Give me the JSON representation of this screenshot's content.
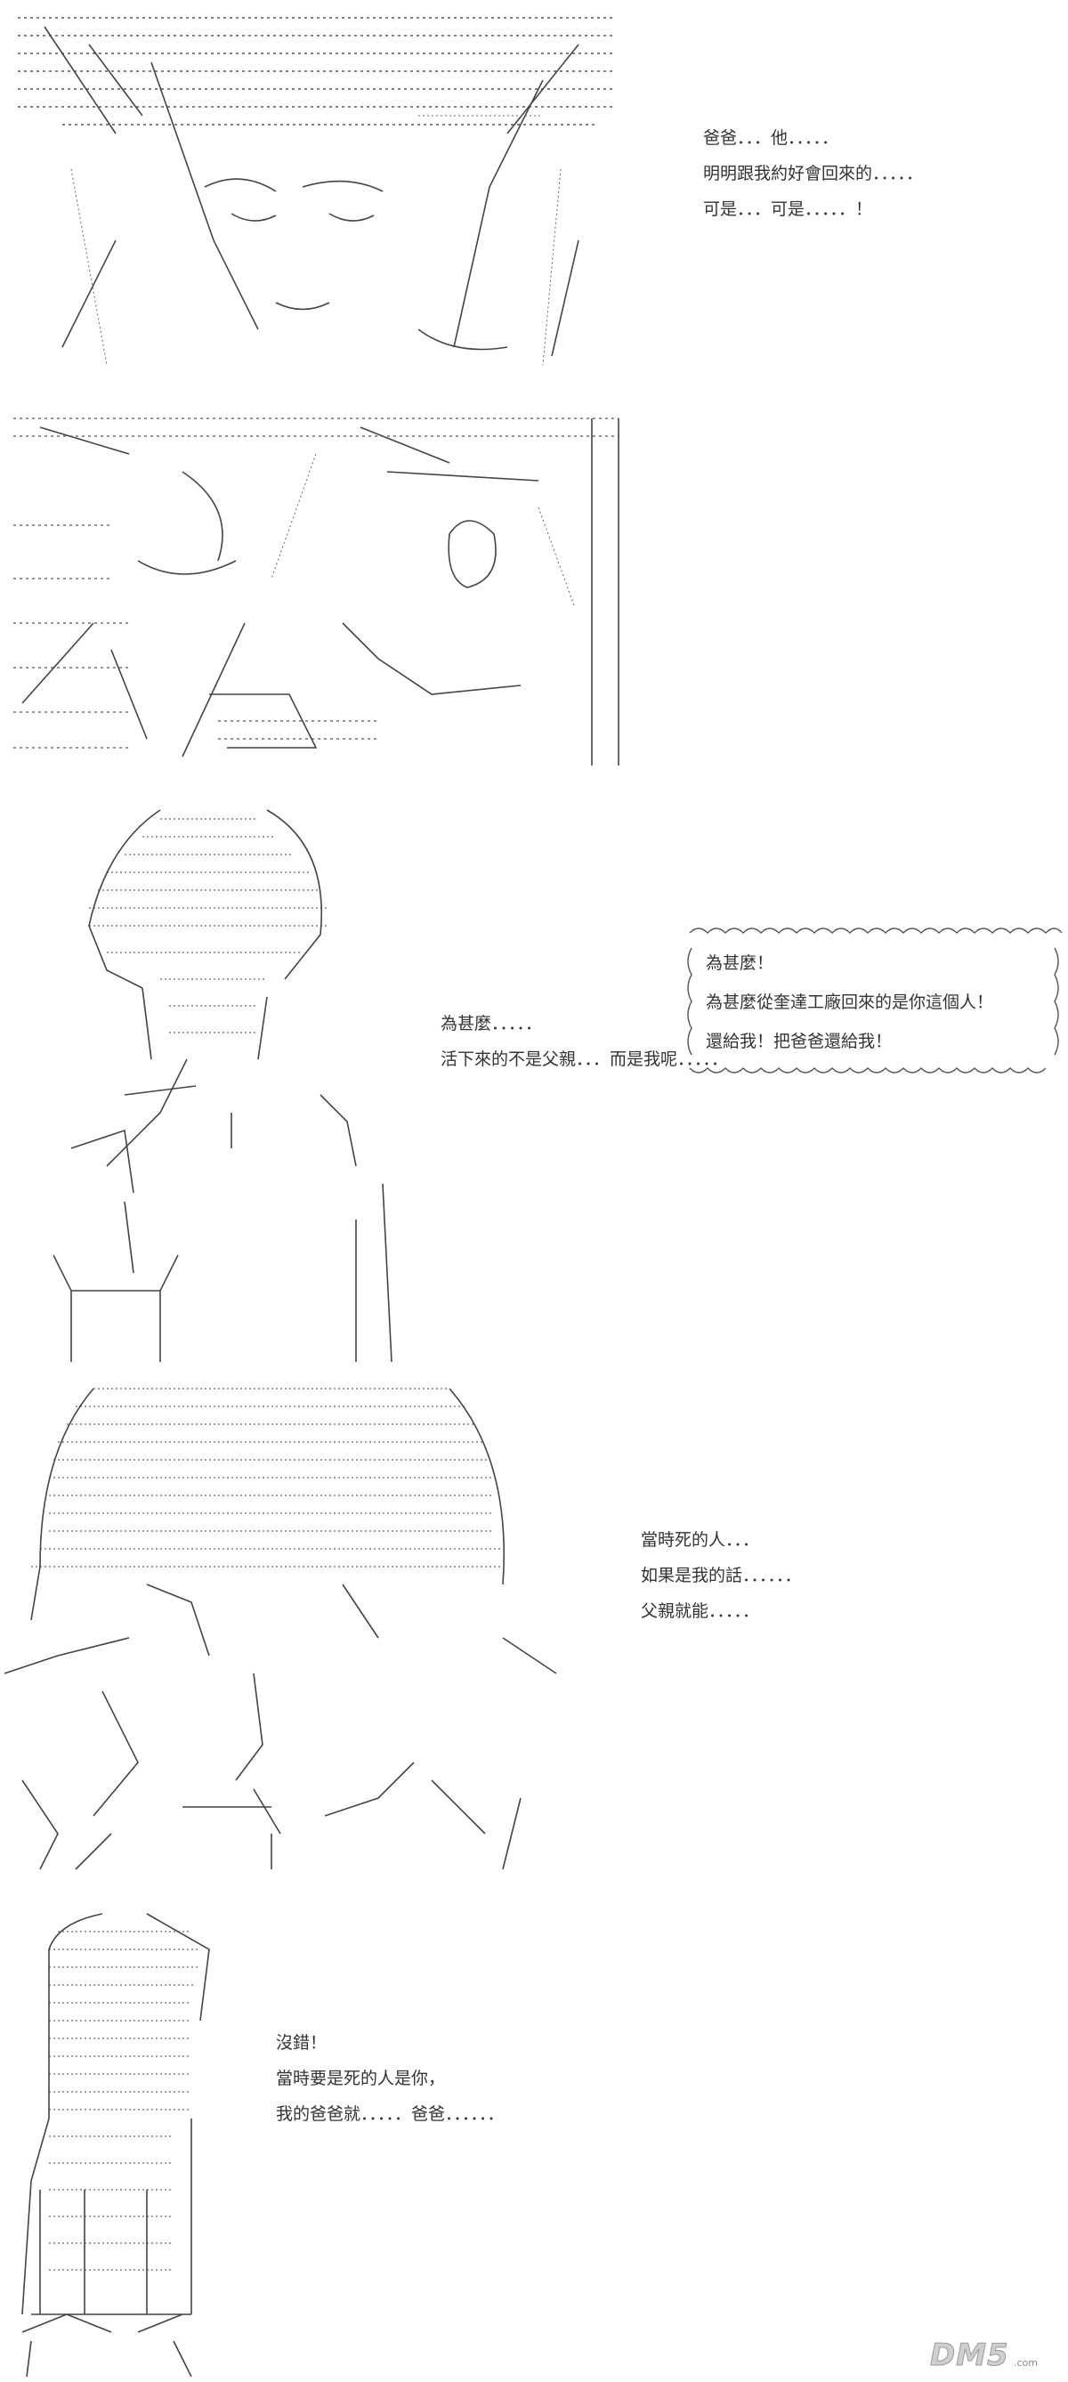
{
  "panels": [
    {
      "lines": [
        "爸爸．．．他．．．．．",
        "明明跟我約好會回來的．．．．．",
        "可是．．．可是．．．．．！"
      ]
    },
    {
      "lines": [
        "為甚麼！",
        "為甚麼從奎達工廠回來的是你這個人！",
        "還給我！把爸爸還給我！"
      ]
    },
    {
      "lines": [
        "為甚麼．．．．．",
        "活下來的不是父親．．．而是我呢．．．．．"
      ]
    },
    {
      "lines": [
        "當時死的人．．．",
        "如果是我的話．．．．．．",
        "父親就能．．．．．"
      ]
    },
    {
      "lines": [
        "沒錯！",
        "當時要是死的人是你，",
        "我的爸爸就．．．．．爸爸．．．．．．"
      ]
    }
  ],
  "watermark": {
    "text": "DM5",
    "sub": ".com"
  }
}
